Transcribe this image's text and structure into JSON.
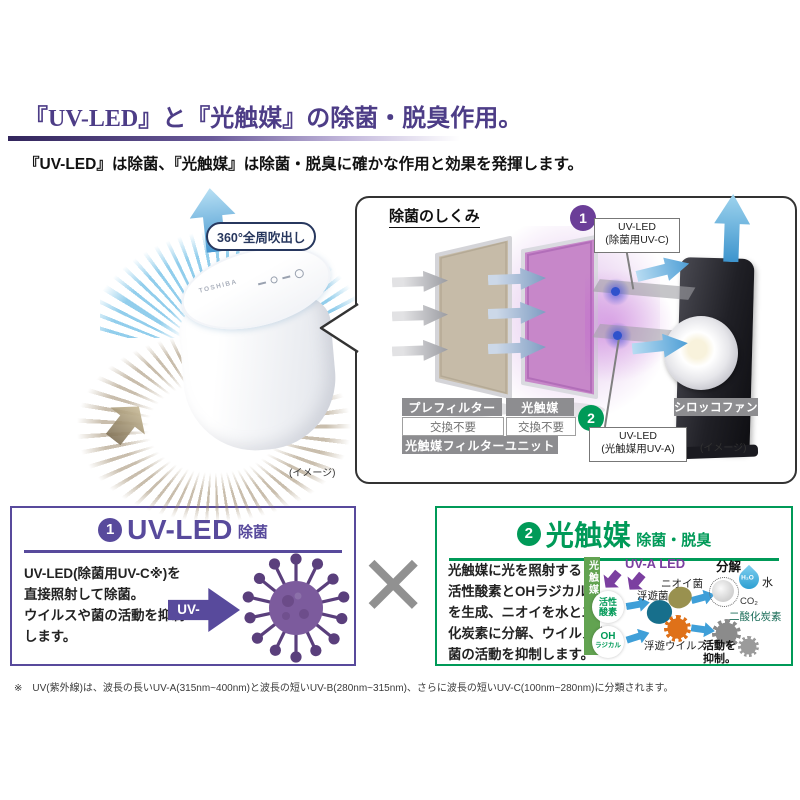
{
  "colors": {
    "accent_purple": "#584a9c",
    "diagram_purple": "#6b3e98",
    "accent_green": "#009a58",
    "airflow_blue": "#4f9fd6",
    "label_gray": "#8d8d90"
  },
  "header": {
    "title": "『UV-LED』と『光触媒』の除菌・脱臭作用。",
    "subtitle": "『UV-LED』は除菌、『光触媒』は除菌・脱臭に確かな作用と効果を発揮します。"
  },
  "product": {
    "blowout": "360°全周吹出し",
    "brand": "TOSHIBA",
    "caption": "(イメージ)"
  },
  "mechanism": {
    "heading": "除菌のしくみ",
    "uvc_callout": {
      "num": "1",
      "line1": "UV-LED",
      "line2": "(除菌用UV-C)"
    },
    "uva_callout": {
      "num": "2",
      "line1": "UV-LED",
      "line2": "(光触媒用UV-A)"
    },
    "prefilter": "プレフィルター",
    "prefilter_note": "交換不要",
    "photocatalyst": "光触媒",
    "photocatalyst_note": "交換不要",
    "filter_unit": "光触媒フィルターユニット",
    "fan": "シロッコファン",
    "caption": "(イメージ)"
  },
  "uvled_box": {
    "num": "1",
    "title": "UV-LED",
    "tag": "除菌",
    "lines": [
      "UV-LED(除菌用UV-C※)を",
      "直接照射して除菌。",
      "ウイルスや菌の活動を抑制",
      "します。"
    ],
    "arrow_label": "UV-LED"
  },
  "multiply": "✕",
  "pc_box": {
    "num": "2",
    "title": "光触媒",
    "tag": "除菌・脱臭",
    "lines": [
      "光触媒に光を照射すると",
      "活性酸素とOHラジカル",
      "を生成、ニオイを水と二酸",
      "化炭素に分解、ウイルスや",
      "菌の活動を抑制します。"
    ],
    "diagram": {
      "bar": "光触媒",
      "uva": "UV-A LED",
      "ao1": "活性",
      "ao2": "酸素",
      "oh1": "OH",
      "oh2": "ラジカル",
      "floating_bacteria": "浮遊菌",
      "odor_bacteria": "ニオイ菌",
      "floating_virus": "浮遊ウイルス",
      "decompose": "分解",
      "h2o": "H₂O",
      "water": "水",
      "co2": "CO₂",
      "co2_label": "二酸化炭素",
      "suppress1": "活動を",
      "suppress2": "抑制。"
    }
  },
  "footnote": "※　UV(紫外線)は、波長の長いUV-A(315nm~400nm)と波長の短いUV-B(280nm~315nm)、さらに波長の短いUV-C(100nm~280nm)に分類されます。"
}
